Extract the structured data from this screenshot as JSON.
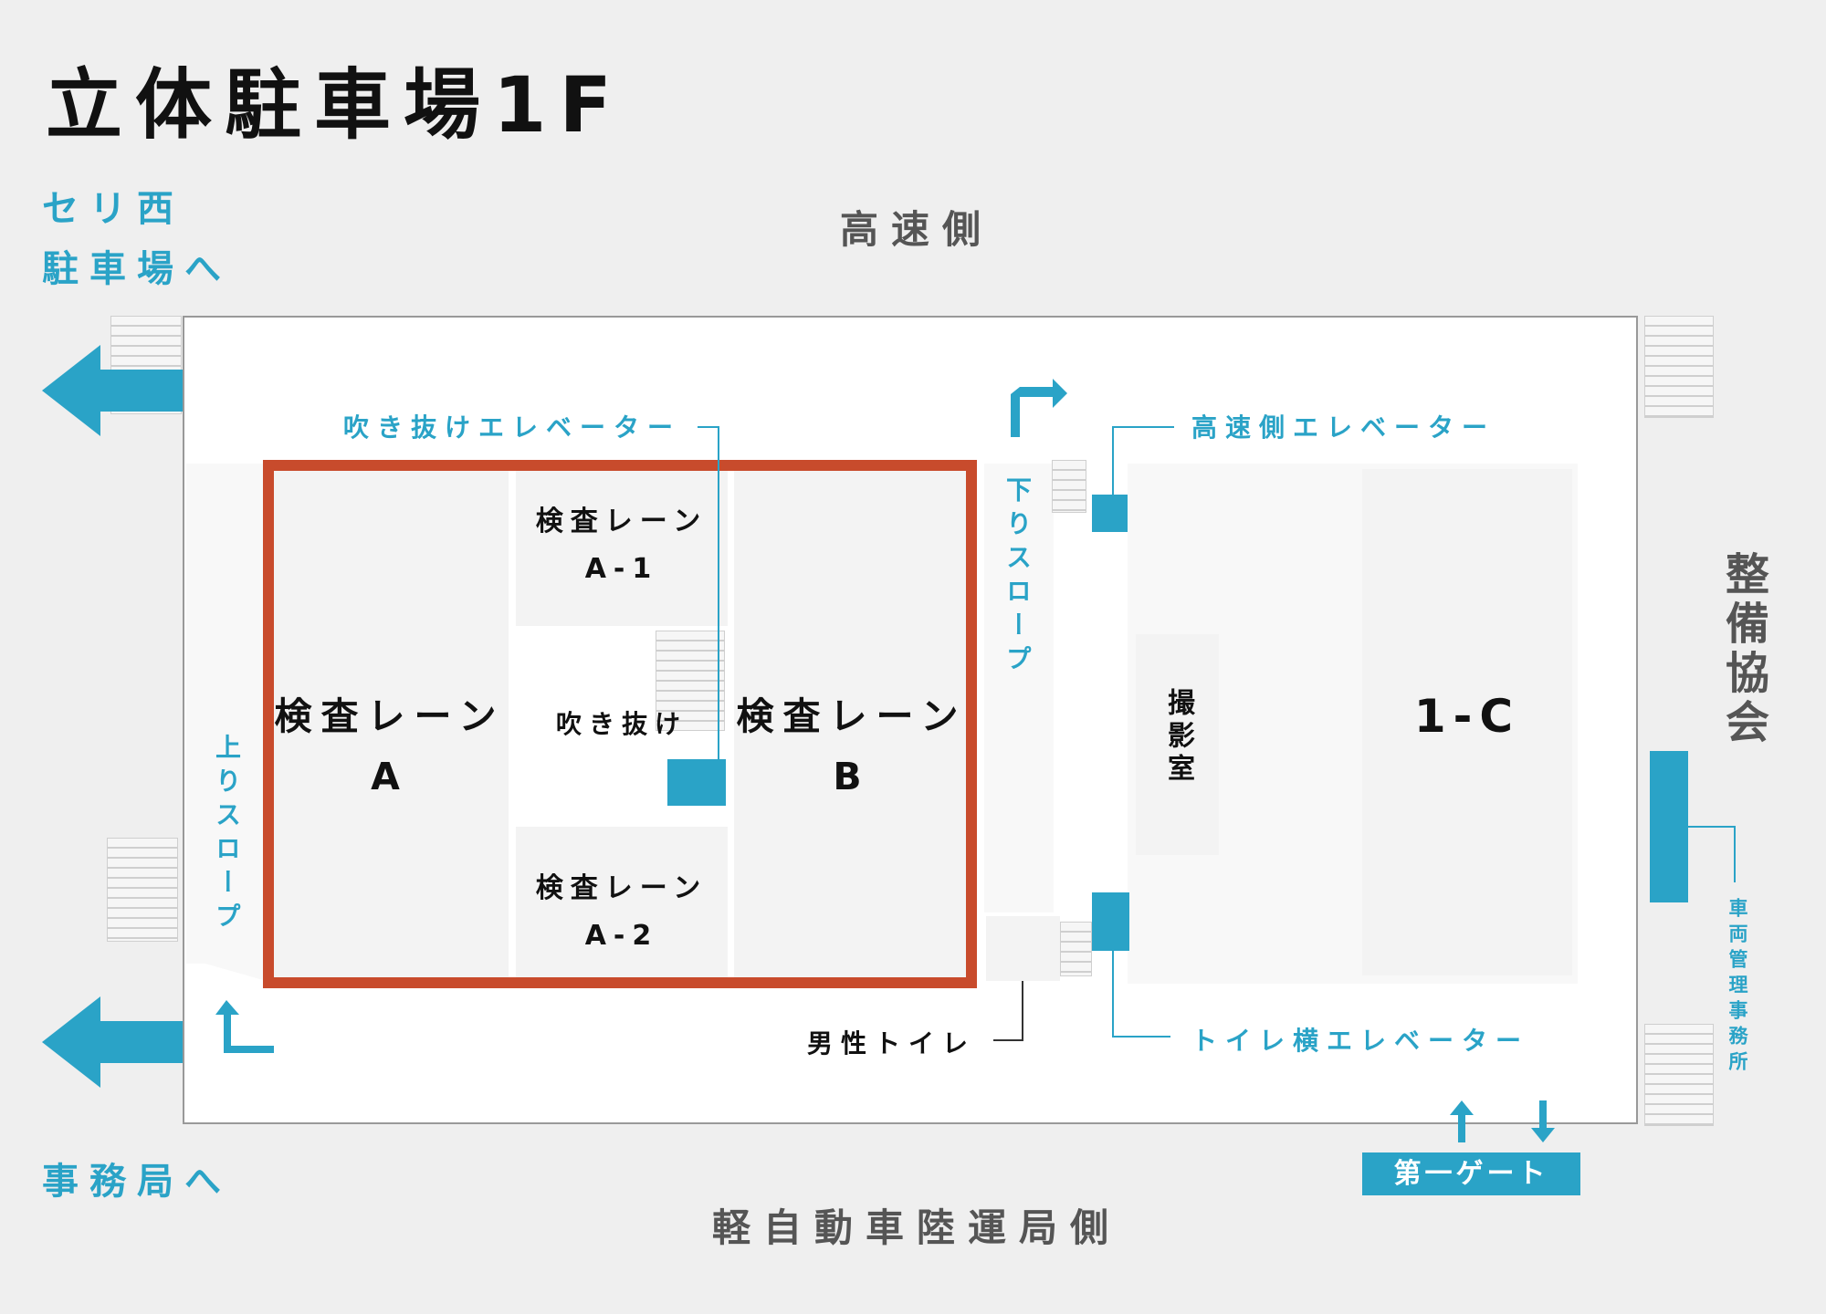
{
  "title": "立体駐車場1F",
  "exits": {
    "top_left": [
      "セリ西",
      "駐車場へ"
    ],
    "bottom_left": "事務局へ"
  },
  "directions": {
    "top": "高速側",
    "bottom": "軽自動車陸運局側",
    "right": "整備協会"
  },
  "areas": {
    "lane_a": [
      "検査レーン",
      "A"
    ],
    "lane_a1": [
      "検査レーン",
      "A-1"
    ],
    "atrium": "吹き抜け",
    "lane_a2": [
      "検査レーン",
      "A-2"
    ],
    "lane_b": [
      "検査レーン",
      "B"
    ],
    "photo_room": "撮影室",
    "area_1c": "1-C"
  },
  "labels": {
    "atrium_elevator": "吹き抜けエレベーター",
    "highway_elevator": "高速側エレベーター",
    "toilet_elevator": "トイレ横エレベーター",
    "mens_toilet": "男性トイレ",
    "down_slope": "下りスロープ",
    "up_slope": "上りスロープ",
    "vehicle_office": "車両管理事務所"
  },
  "gate": {
    "label": "第一ゲート"
  },
  "colors": {
    "accent": "#2aa3c7",
    "highlight": "#c84b2c",
    "background": "#efefef"
  }
}
